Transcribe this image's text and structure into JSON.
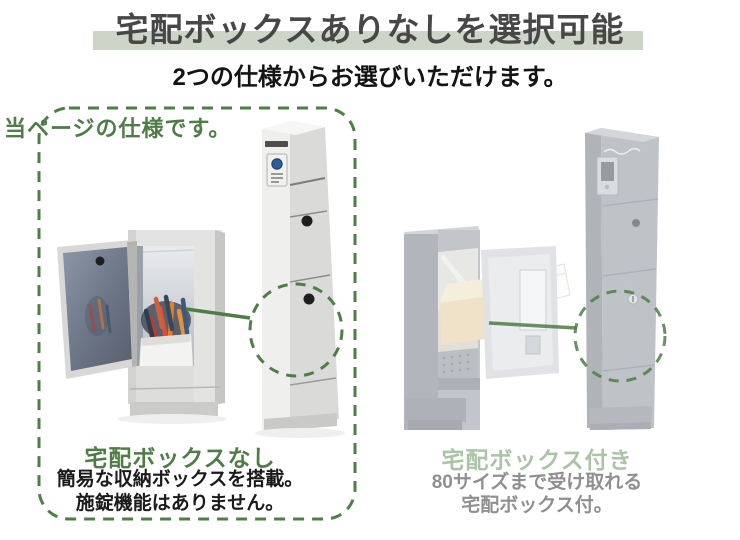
{
  "header": {
    "title": "宅配ボックスありなしを選択可能",
    "subtitle": "2つの仕様からお選びいただけます。"
  },
  "options": {
    "left": {
      "badge": "当ページの仕様です。",
      "caption": "宅配ボックスなし",
      "description_line1": "簡易な収納ボックスを搭載。",
      "description_line2": "施錠機能はありません。"
    },
    "right": {
      "caption": "宅配ボックス付き",
      "description_line1": "80サイズまで受け取れる",
      "description_line2": "宅配ボックス付。"
    }
  },
  "icons": {
    "left_annotation": "dashed-circle-highlight-icon",
    "right_annotation": "dashed-circle-highlight-icon",
    "intercom": "intercom-camera-icon",
    "lock": "key-lock-icon"
  },
  "colors": {
    "accent_green": "#4e7d46",
    "light_green_bar": "#ccd5c7",
    "muted_green": "#acc3a6",
    "title_gray": "#474747",
    "desc_gray": "#8f8f8f"
  }
}
